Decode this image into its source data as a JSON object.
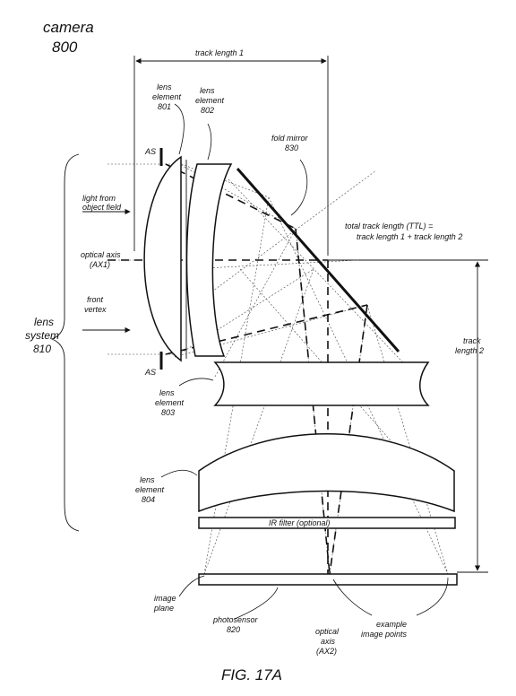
{
  "camera_label": "camera",
  "camera_number": "800",
  "track_length_1": "track length 1",
  "lens_element_801": [
    "lens",
    "element",
    "801"
  ],
  "lens_element_802": [
    "lens",
    "element",
    "802"
  ],
  "fold_mirror": [
    "fold mirror",
    "830"
  ],
  "aperture_stop": "AS",
  "light_from": [
    "light from",
    "object field"
  ],
  "ttl": [
    "total track length (TTL) =",
    "track length 1 + track length 2"
  ],
  "optical_axis_1": [
    "optical  axis",
    "(AX1)"
  ],
  "front_vertex": [
    "front",
    "vertex"
  ],
  "lens_system": [
    "lens",
    "system",
    "810"
  ],
  "track_length_2": [
    "track",
    "length 2"
  ],
  "lens_element_803": [
    "lens",
    "element",
    "803"
  ],
  "lens_element_804": [
    "lens",
    "element",
    "804"
  ],
  "ir_filter": "IR filter (optional)",
  "image_plane": [
    "image",
    "plane"
  ],
  "photosensor": [
    "photosensor",
    "820"
  ],
  "optical_axis_2": [
    "optical",
    "axis",
    "(AX2)"
  ],
  "example_points": [
    "example",
    "image points"
  ],
  "caption": "FIG. 17A"
}
